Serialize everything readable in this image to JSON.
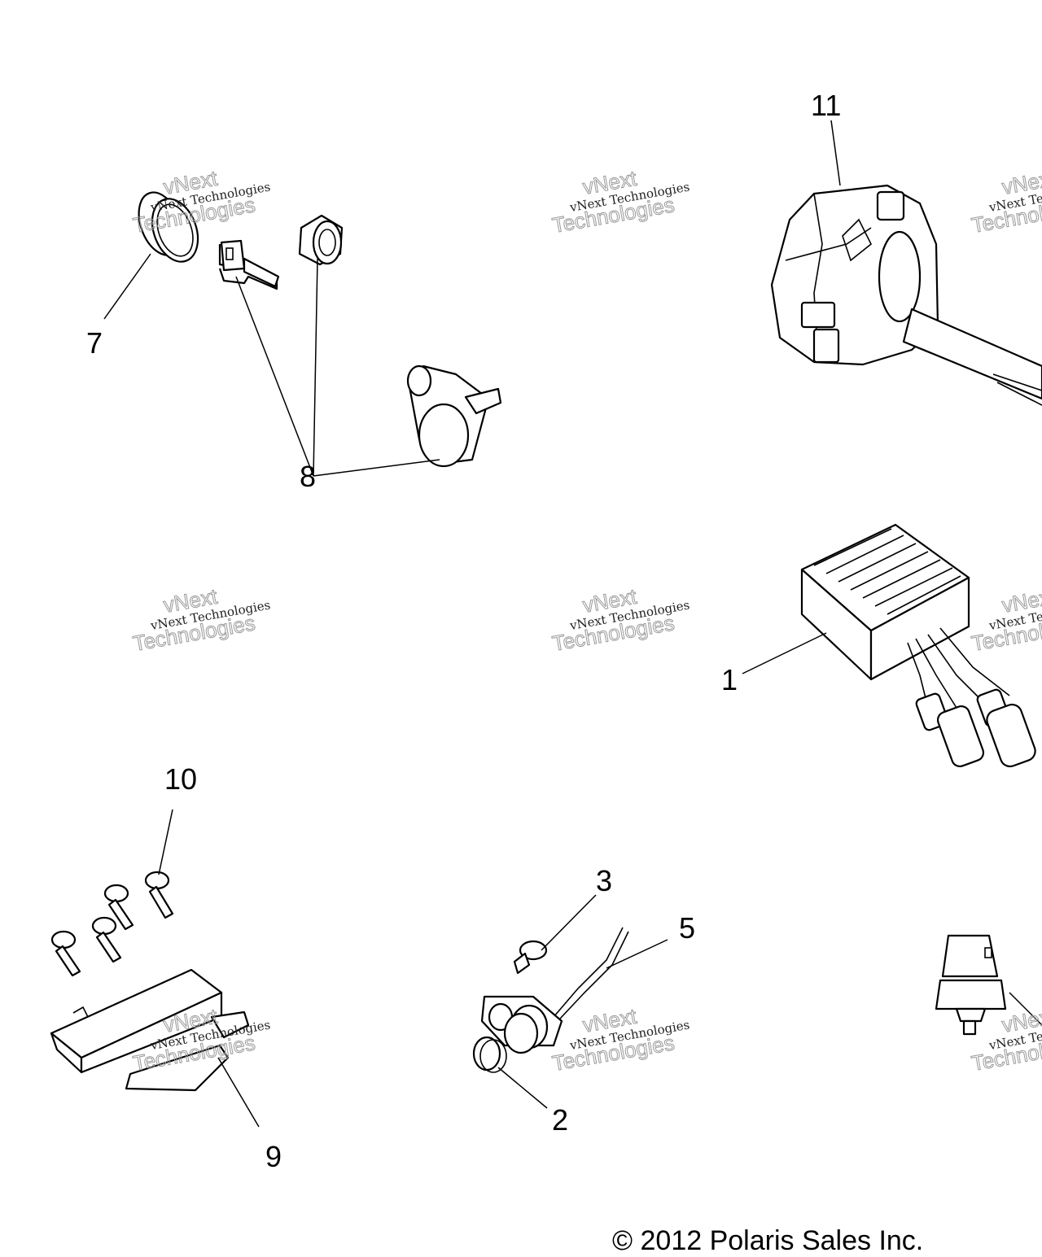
{
  "callouts": {
    "c1": "1",
    "c2": "2",
    "c3": "3",
    "c5": "5",
    "c7": "7",
    "c8": "8",
    "c9": "9",
    "c10": "10",
    "c11": "11"
  },
  "watermark": {
    "line1": "vNext",
    "line2": "vNext Technologies",
    "line3": "Technologies"
  },
  "copyright": "© 2012 Polaris Sales Inc."
}
